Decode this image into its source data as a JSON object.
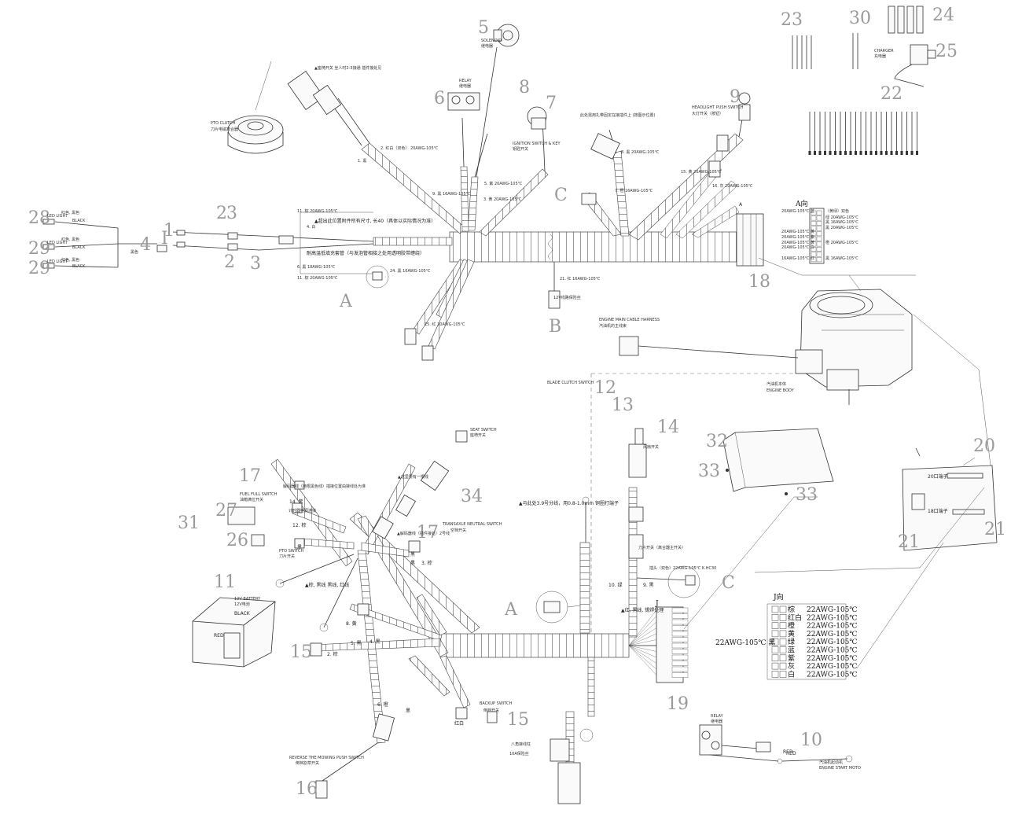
{
  "numbers": [
    "1",
    "2",
    "3",
    "4",
    "5",
    "6",
    "7",
    "8",
    "9",
    "10",
    "11",
    "12",
    "13",
    "14",
    "15",
    "16",
    "17",
    "18",
    "19",
    "20",
    "21",
    "22",
    "23",
    "24",
    "25",
    "26",
    "27",
    "28",
    "29",
    "30",
    "31",
    "32",
    "33",
    "34"
  ],
  "views": {
    "a": "A",
    "b": "B",
    "c": "C",
    "j": "J",
    "i": "I",
    "a_view": "A向",
    "j_view": "J向"
  },
  "labels": {
    "seat_switch_note": "▲座椅开关 坐人时2-3接通 插件接处见",
    "pto_clutch": "PTO CLUTCH",
    "pto_clutch_cn": "刀片电磁离合器",
    "solenoid": "SOLENOID",
    "solenoid_cn": "继电器",
    "relay": "RELAY",
    "relay_cn": "继电器",
    "ignition": "IGNITION SWITCH & KEY",
    "ignition_cn": "钥匙开关",
    "ignition_note": "此处需用扎带固定在接插件上 (按图示位置)",
    "headlight": "HEADLIGHT PUSH SWITCH",
    "headlight_cn": "大灯开关（按钮）",
    "charger": "CHARGER",
    "charger_cn": "充电器",
    "engine_harness": "ENGINE MAIN CABLE HARNESS",
    "engine_harness_cn": "汽油机的主线束",
    "engine_body_cn": "汽油机本体",
    "engine_body": "ENGINE BODY",
    "blade_clutch": "BLADE CLUTCH SWITCH",
    "seat_switch": "SEAT SWITCH",
    "seat_switch_cn": "座椅开关",
    "fuel_switch": "FUEL FULL SWITCH",
    "fuel_switch_cn": "油箱满位开关",
    "hour_meter_cn": "计时器电源连接",
    "pto_switch": "PTO SWITCH",
    "pto_switch_cn": "刀片开关",
    "brake_switch": "TRANSAXLE NEUTRAL SWITCH",
    "brake_switch_cn": "空档开关",
    "battery": "12V BATTERY",
    "battery_cn": "12V电池",
    "black": "BLACK",
    "red": "RED",
    "backup": "BACKUP SWITCH",
    "backup_cn": "倒档开关",
    "reverse": "REVERSE THE MOWING PUSH SWITCH",
    "reverse_cn": "倒档割草开关",
    "connector_note": "▲与此处3.9号分线，用0.8-1.0mm 铜圈打端子",
    "fan_cn": "风扇开关",
    "fuse_cn": "10A保险丝",
    "relay2": "RELAY",
    "relay2_cn": "继电器",
    "red2": "RED",
    "engine_start": "ENGINE START MOTO",
    "engine_start_cn": "汽油机起动机",
    "plug_20": "20口端子",
    "plug_18": "18口端子",
    "nut_label": "八角接线柱",
    "wire_hint1": "▲解码器线（插件接处）2号线",
    "wire_hint2": "解码器线（两根黑色线）插接位置由接线处为准",
    "wire_hint3": "▲这里要有一根线",
    "main_text": "刀片开关（离合器主开关）",
    "fuse2": "12V线路保险丝",
    "plug_c_note": "插头（双色）22AWG-105℃ K.HC30"
  },
  "wires_top": [
    {
      "id": "w1",
      "text": "11. 棕 20AWG-105℃"
    },
    {
      "id": "w2",
      "text": "6. 黑 18AWG-105℃"
    },
    {
      "id": "w3",
      "text": "11. 棕 20AWG-105℃"
    },
    {
      "id": "w4",
      "text": "4. 白"
    },
    {
      "id": "w5",
      "text": "1. 黑"
    },
    {
      "id": "w6",
      "text": "2. 红白（双色） 20AWG-105℃"
    },
    {
      "id": "w7",
      "text": "9. 黑 16AWG-105℃"
    },
    {
      "id": "w8",
      "text": "3. 黄 20AWG-105℃"
    },
    {
      "id": "w9",
      "text": "5. 紫 20AWG-105℃"
    },
    {
      "id": "w10",
      "text": "8. 黑 20AWG-105℃"
    },
    {
      "id": "w11",
      "text": "7. 橙 16AWG-105℃"
    },
    {
      "id": "w12",
      "text": "15. 黄 20AWG-105℃"
    },
    {
      "id": "w13",
      "text": "16. 灰 20AWG-105℃"
    },
    {
      "id": "w14",
      "text": "21. 红 16AWG-105℃"
    },
    {
      "id": "w15",
      "text": "24. 黑 16AWG-105℃"
    },
    {
      "id": "w16",
      "text": "25. 红 20AWG-105℃"
    },
    {
      "id": "w17",
      "text": "▲超出此位置附件所有尺寸, 长40（具体以实际情况为准）"
    },
    {
      "id": "w18",
      "text": "耐高温低填充套管（与发泡管相接之处用透明胶带缠绕）"
    }
  ],
  "wires_bottom": [
    {
      "id": "b1",
      "text": "14. 紫"
    },
    {
      "id": "b2",
      "text": "12. 棕"
    },
    {
      "id": "b3",
      "text": "黑"
    },
    {
      "id": "b4",
      "text": "▲棕, 黑线 黑线, 红线"
    },
    {
      "id": "b5",
      "text": "黑"
    },
    {
      "id": "b6",
      "text": "3. 棕"
    },
    {
      "id": "b7",
      "text": "8. 黄"
    },
    {
      "id": "b8",
      "text": "5. 黑"
    },
    {
      "id": "b9",
      "text": "6. 橙"
    },
    {
      "id": "b10",
      "text": "红白"
    },
    {
      "id": "b11",
      "text": "黑"
    },
    {
      "id": "b12",
      "text": "10. 绿"
    },
    {
      "id": "b13",
      "text": "9. 黑"
    },
    {
      "id": "b14",
      "text": "▲红, 黑线, 锡焊处理"
    },
    {
      "id": "b15",
      "text": "4. 黑"
    },
    {
      "id": "b16",
      "text": "2. 棕"
    },
    {
      "id": "b17",
      "text": "黑"
    },
    {
      "id": "b18",
      "text": "RED"
    }
  ],
  "a_view_pins": {
    "left": [
      {
        "id": "al1",
        "text": "20AWG-105℃  蓝"
      },
      {
        "id": "al2",
        "text": "20AWG-105℃  黄"
      },
      {
        "id": "al3",
        "text": "20AWG-105℃  紫"
      },
      {
        "id": "al4",
        "text": "20AWG-105℃  黄"
      },
      {
        "id": "al5",
        "text": "20AWG-105℃  白"
      },
      {
        "id": "al6",
        "text": "16AWG-105℃  红"
      }
    ],
    "right": [
      {
        "id": "ar1",
        "text": "（黄绿）双色"
      },
      {
        "id": "ar2",
        "text": "绿  20AWG-105℃"
      },
      {
        "id": "ar3",
        "text": "黑  16AWG-105℃"
      },
      {
        "id": "ar4",
        "text": "黑  20AWG-105℃"
      },
      {
        "id": "ar5",
        "text": "橙  20AWG-105℃"
      },
      {
        "id": "ar6",
        "text": "黑  16AWG-105℃"
      }
    ]
  },
  "j_view_pins": [
    {
      "id": "j1",
      "color": "棕",
      "spec": "22AWG-105℃"
    },
    {
      "id": "j2",
      "color": "红白",
      "spec": "22AWG-105℃"
    },
    {
      "id": "j3",
      "color": "橙",
      "spec": "22AWG-105℃"
    },
    {
      "id": "j4",
      "color": "黄",
      "spec": "22AWG-105℃"
    },
    {
      "id": "j5",
      "color": "绿",
      "spec": "22AWG-105℃"
    },
    {
      "id": "j6",
      "color": "蓝",
      "spec": "22AWG-105℃"
    },
    {
      "id": "j7",
      "color": "紫",
      "spec": "22AWG-105℃"
    },
    {
      "id": "j8",
      "color": "灰",
      "spec": "22AWG-105℃"
    },
    {
      "id": "j9",
      "color": "白",
      "spec": "22AWG-105℃"
    }
  ],
  "j_left_label": "22AWG-105℃  黑",
  "left_branch": [
    {
      "id": "l1",
      "text": "红色, 黑色"
    },
    {
      "id": "l2",
      "text": "红色, 黑色"
    },
    {
      "id": "l3",
      "text": "红色, 黑色"
    },
    {
      "id": "l4",
      "text": "BLACK"
    },
    {
      "id": "l5",
      "text": "BLACK"
    },
    {
      "id": "l6",
      "text": "BLACK"
    },
    {
      "id": "l7",
      "text": "LED LIGHT"
    },
    {
      "id": "l8",
      "text": "LED LIGHT"
    },
    {
      "id": "l9",
      "text": "LED LIGHT"
    },
    {
      "id": "l10",
      "text": "黑色"
    }
  ]
}
